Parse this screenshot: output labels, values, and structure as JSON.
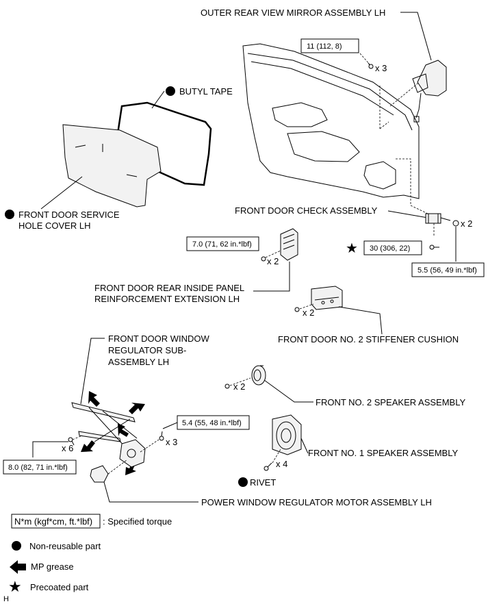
{
  "labels": {
    "mirror": "OUTER REAR VIEW MIRROR ASSEMBLY LH",
    "butyl": "BUTYL TAPE",
    "hole_cover_1": "FRONT DOOR SERVICE",
    "hole_cover_2": "HOLE COVER LH",
    "check": "FRONT DOOR CHECK ASSEMBLY",
    "reinf_1": "FRONT DOOR REAR INSIDE PANEL",
    "reinf_2": "REINFORCEMENT EXTENSION LH",
    "stiffener": "FRONT DOOR NO. 2 STIFFENER CUSHION",
    "regulator_1": "FRONT DOOR WINDOW",
    "regulator_2": "REGULATOR SUB-",
    "regulator_3": "ASSEMBLY LH",
    "speaker2": "FRONT NO. 2 SPEAKER ASSEMBLY",
    "speaker1": "FRONT NO. 1 SPEAKER ASSEMBLY",
    "rivet": "RIVET",
    "motor": "POWER WINDOW REGULATOR MOTOR ASSEMBLY LH"
  },
  "torques": {
    "mirror": "11 (112, 8)",
    "reinf": "7.0 (71, 62 in.*lbf)",
    "check_star": "30 (306, 22)",
    "check_nut": "5.5 (56, 49 in.*lbf)",
    "motor": "5.4 (55, 48 in.*lbf)",
    "regulator": "8.0 (82, 71 in.*lbf)"
  },
  "quantities": {
    "mirror": "x 3",
    "check": "x 2",
    "reinf": "x 2",
    "stiffener": "x 2",
    "speaker2": "x 2",
    "motor": "x 3",
    "regulator": "x 6",
    "speaker1": "x 4"
  },
  "legend": {
    "torque_box": "N*m (kgf*cm, ft.*lbf)",
    "torque_text": ": Specified torque",
    "nonreusable": "Non-reusable part",
    "grease": "MP grease",
    "precoated": "Precoated part"
  },
  "corner_mark": "H"
}
